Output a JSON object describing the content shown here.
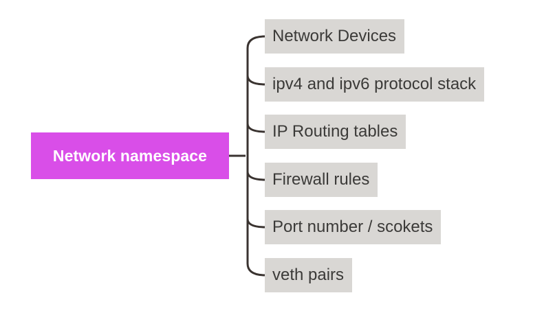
{
  "diagram": {
    "type": "mind-map",
    "root": {
      "label": "Network namespace"
    },
    "children": [
      {
        "label": "Network Devices"
      },
      {
        "label": "ipv4 and ipv6 protocol stack"
      },
      {
        "label": "IP Routing tables"
      },
      {
        "label": "Firewall rules"
      },
      {
        "label": "Port number / scokets"
      },
      {
        "label": "veth pairs"
      }
    ]
  },
  "colors": {
    "root_fill": "#d94ee8",
    "root_text": "#ffffff",
    "child_fill": "#d9d7d4",
    "child_text": "#3b3a38",
    "connector": "#3a3330"
  }
}
